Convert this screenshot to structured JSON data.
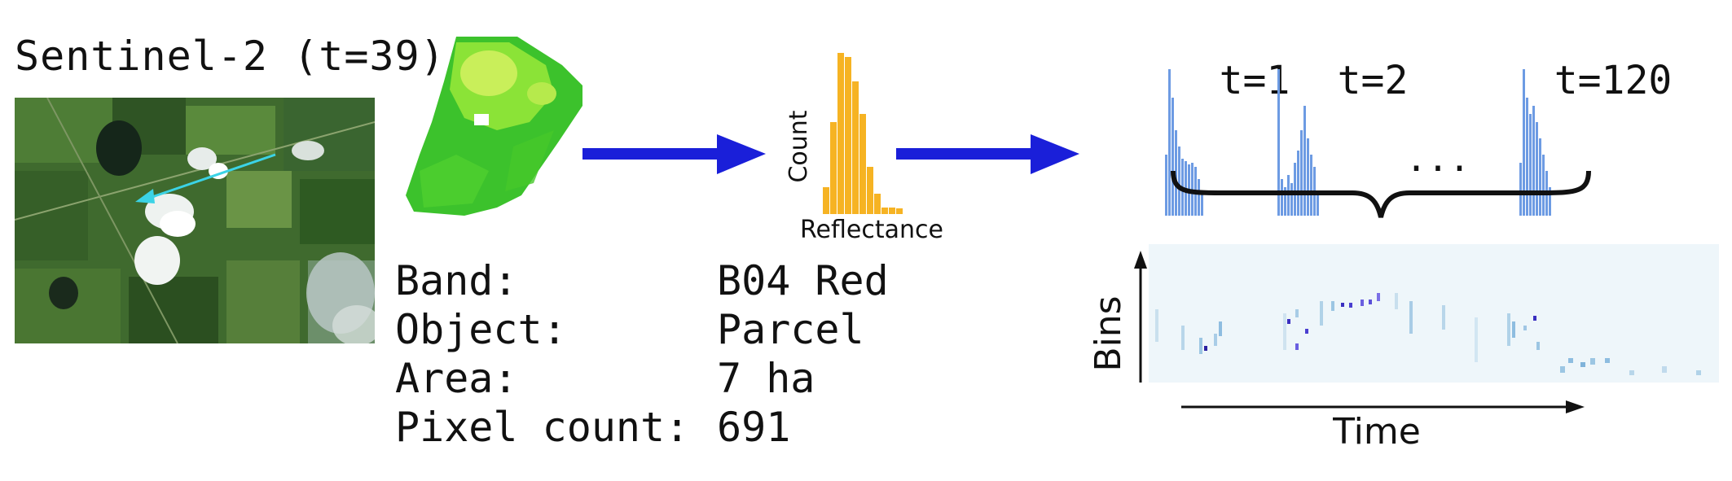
{
  "panel": {
    "title": "Sentinel-2 (t=39)",
    "histogram": {
      "ylabel": "Count",
      "xlabel": "Reflectance"
    },
    "metadata": [
      {
        "key": "Band:",
        "value": "B04 Red"
      },
      {
        "key": "Object:",
        "value": "Parcel"
      },
      {
        "key": "Area:",
        "value": "7 ha"
      },
      {
        "key": "Pixel count:",
        "value": "691"
      }
    ],
    "timesteps": [
      {
        "label": "t=1"
      },
      {
        "label": "t=2"
      },
      {
        "label": "t=120"
      }
    ],
    "ellipsis": "...",
    "heatmap": {
      "ylabel": "Bins",
      "xlabel": "Time"
    }
  },
  "colors": {
    "arrow": "#1a1fd9",
    "cyan_pointer": "#3bd3e6",
    "hist_bar": "#f6b323",
    "mini_hist": "#6d9be3",
    "heat_high": "#2a1fa0"
  }
}
